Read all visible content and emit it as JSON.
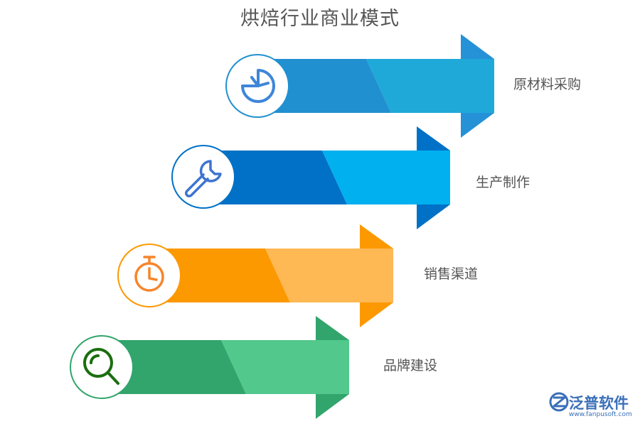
{
  "title": "烘焙行业商业模式",
  "steps": [
    {
      "label": "原材料采购",
      "icon": "pie-chart-icon",
      "dark": "#2190d0",
      "light": "#1fa9d8",
      "head": "#2591d6"
    },
    {
      "label": "生产制作",
      "icon": "wrench-icon",
      "dark": "#0071c6",
      "light": "#00b0ef",
      "head": "#0071c6"
    },
    {
      "label": "销售渠道",
      "icon": "stopwatch-icon",
      "dark": "#fd9900",
      "light": "#feb854",
      "head": "#fd9900"
    },
    {
      "label": "品牌建设",
      "icon": "search-icon",
      "dark": "#32a56c",
      "light": "#52c88c",
      "head": "#32a56c"
    }
  ],
  "brand": {
    "name": "泛普软件",
    "url": "www.fanpusoft.com",
    "icon": "fanpu-logo-icon",
    "color": "#3a6fb8"
  }
}
